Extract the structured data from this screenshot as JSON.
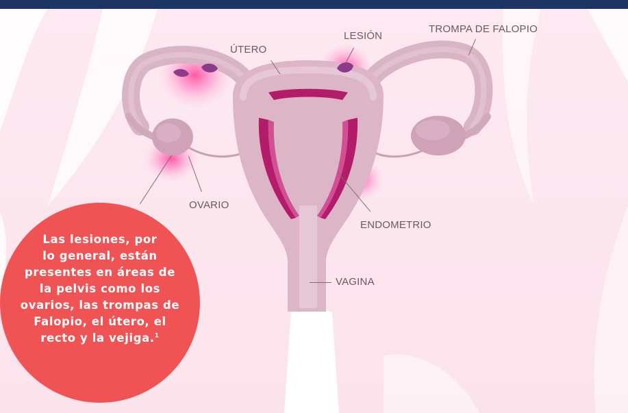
{
  "labels": {
    "utero": "ÚTERO",
    "lesion": "LESIÓN",
    "trompa": "TROMPA DE FALOPIO",
    "ovario": "OVARIO",
    "endometrio": "ENDOMETRIO",
    "vagina": "VAGINA"
  },
  "callout": {
    "lines": [
      "Las lesiones, por",
      "lo general, están",
      "presentes en áreas de",
      "la pelvis como los",
      "ovarios, las trompas de",
      "Falopio, el útero, el",
      "recto y la vejiga."
    ],
    "footnote": "1"
  },
  "colors": {
    "header": "#1d3563",
    "callout": "#ef5354",
    "background": "#fbeaf0",
    "organ": "#dcb6c7",
    "endometrium": "#b21c6b",
    "lesion_glow": "#ff5faa",
    "lesion_spot": "#8c3a8a"
  }
}
